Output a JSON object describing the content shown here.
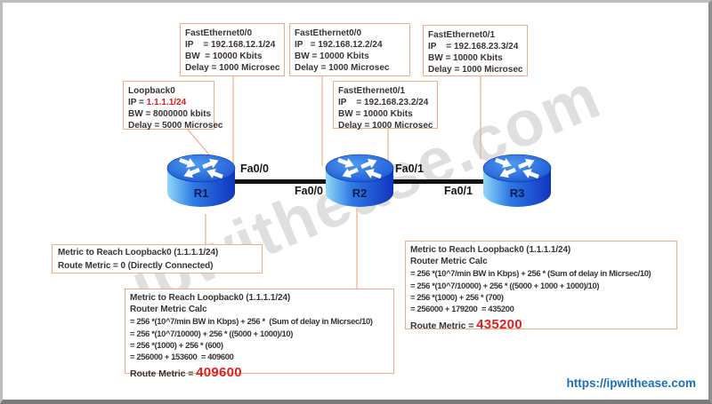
{
  "watermark_text": "ipwithease.com",
  "footer_url": "https://ipwithease.com",
  "routers": [
    {
      "name": "R1"
    },
    {
      "name": "R2"
    },
    {
      "name": "R3"
    }
  ],
  "link_labels": {
    "r1_fa00": "Fa0/0",
    "r2_fa00": "Fa0/0",
    "r2_fa01": "Fa0/1",
    "r3_fa01": "Fa0/1"
  },
  "boxes": {
    "r1_fa00": {
      "title": "FastEthernet0/0",
      "ip": "IP    = 192.168.12.1/24",
      "bw": "BW  = 10000 Kbits",
      "delay": "Delay = 1000 Microsec"
    },
    "r2_fa00": {
      "title": "FastEthernet0/0",
      "ip": "IP   = 192.168.12.2/24",
      "bw": "BW = 10000 Kbits",
      "delay": "Delay = 1000 Microsec"
    },
    "r3_fa01": {
      "title": "FastEthernet0/1",
      "ip": "IP    = 192.168.23.3/24",
      "bw": "BW = 10000 Kbits",
      "delay": "Delay = 1000 Microsec"
    },
    "r1_loopback0": {
      "title": "Loopback0",
      "ip_label": "IP = ",
      "ip_value": "1.1.1.1/24",
      "bw": "BW = 8000000 kbits",
      "delay": "Delay = 5000 Microsec"
    },
    "r2_fa01": {
      "title": "FastEthernet0/1",
      "ip": "IP    = 192.168.23.2/24",
      "bw": "BW = 10000 Kbits",
      "delay": "Delay = 1000 Microsec"
    }
  },
  "metric_boxes": {
    "r1": {
      "line1": "Metric to Reach Loopback0 (1.1.1.1/24)",
      "line2": "Route Metric = 0 (Directly Connected)"
    },
    "r2": {
      "title": "Metric to Reach Loopback0 (1.1.1.1/24)",
      "subtitle": "Router Metric Calc",
      "calc_lines": [
        "= 256 *(10^7/min BW in Kbps) + 256 *  (Sum of delay in Micrsec/10)",
        "= 256 *(10^7/10000) + 256 * ((5000 + 1000)/10)",
        "= 256 *(1000) + 256 * (600)",
        "= 256000 + 153600  = 409600"
      ],
      "route_metric_label": "Route Metric = ",
      "route_metric_value": "409600"
    },
    "r3": {
      "title": "Metric to Reach Loopback0 (1.1.1.1/24)",
      "subtitle": "Router Metric Calc",
      "calc_lines": [
        "= 256 *(10^7/min BW in Kbps) + 256 * (Sum of delay in Micrsec/10)",
        "= 256 *(10^7/10000) + 256 * ((5000 + 1000 + 1000)/10)",
        "= 256 *(1000) + 256 * (700)",
        "= 256000 + 179200  = 435200"
      ],
      "route_metric_label": "Route Metric = ",
      "route_metric_value": "435200"
    }
  },
  "colors": {
    "callout_border": "#EDAD84",
    "red_text": "#E02020",
    "link_blue": "#1B6FBB",
    "router_label": "#0C1C52"
  }
}
